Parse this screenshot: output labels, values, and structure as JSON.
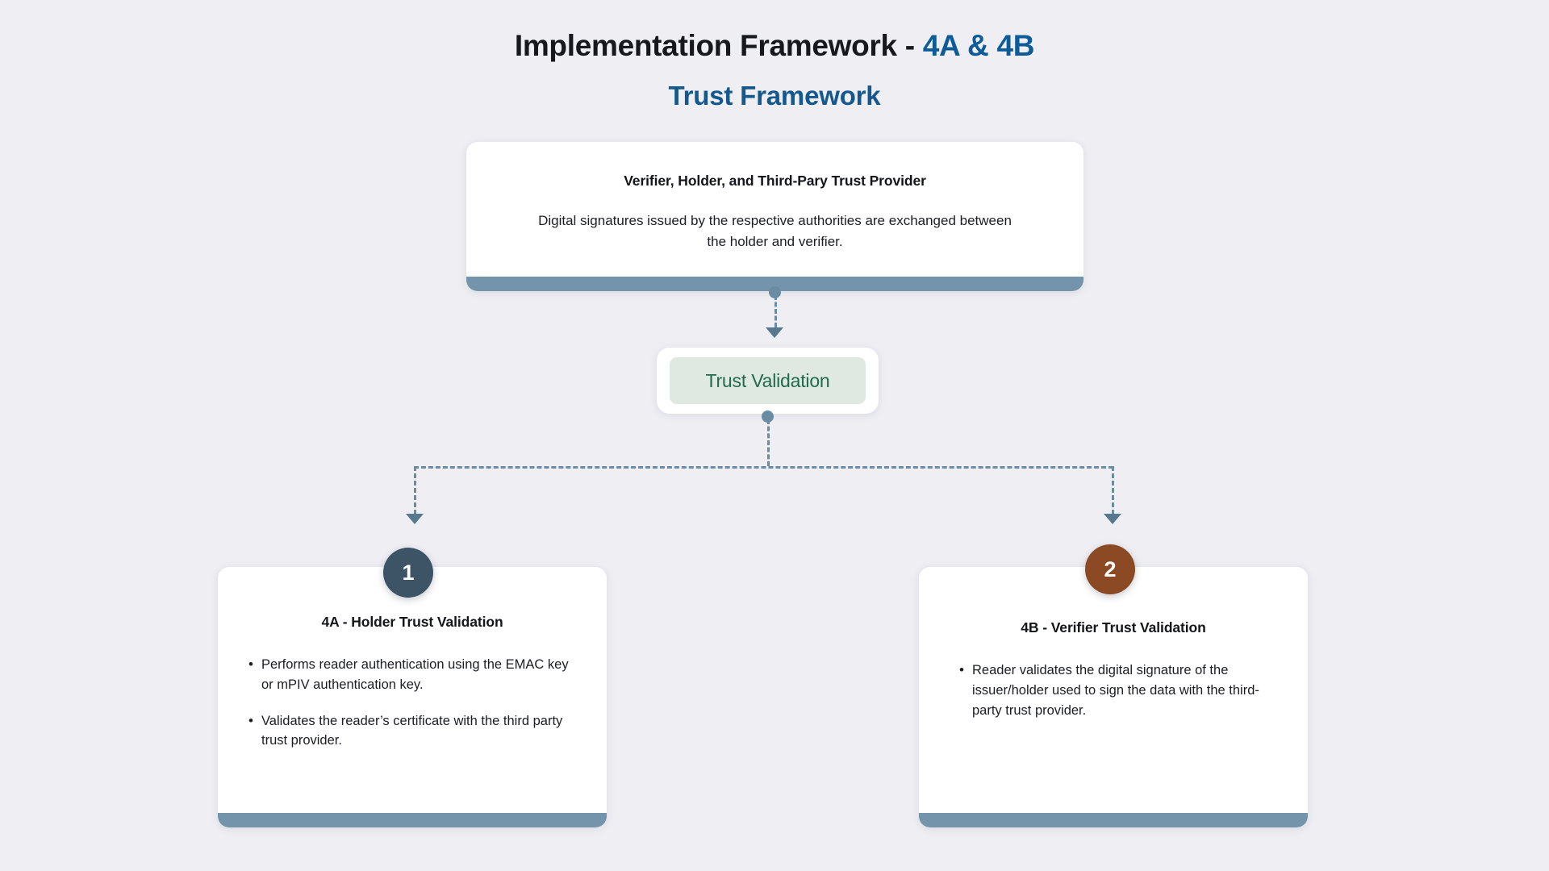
{
  "title": {
    "main": "Implementation Framework - ",
    "accent": "4A & 4B",
    "subtitle": "Trust Framework",
    "accent_color": "#0d5c97",
    "subtitle_color": "#14588e"
  },
  "top_card": {
    "heading": "Verifier, Holder, and  Third-Pary Trust Provider",
    "body": "Digital signatures issued by the respective authorities are exchanged between the holder and verifier.",
    "footer_color": "#7494ab"
  },
  "pill": {
    "label": "Trust Validation",
    "background": "#dfe9e2",
    "text_color": "#1f6b4b"
  },
  "cards": [
    {
      "badge": "1",
      "badge_color": "#3d5467",
      "heading": "4A -  Holder Trust Validation",
      "bullets": [
        "Performs reader authentication using the EMAC key or mPIV authentication key.",
        "Validates the reader’s  certificate with the third party trust provider."
      ],
      "footer_color": "#7494ab"
    },
    {
      "badge": "2",
      "badge_color": "#8b4a23",
      "heading": "4B -  Verifier Trust Validation",
      "bullets": [
        "Reader validates the digital signature of the issuer/holder used to sign the data with the third-party trust provider."
      ],
      "footer_color": "#7494ab"
    }
  ],
  "connectors": {
    "line_color": "#6a8ba4",
    "arrow_color": "#58788f",
    "style": "dashed"
  },
  "background": "#eeeef3"
}
